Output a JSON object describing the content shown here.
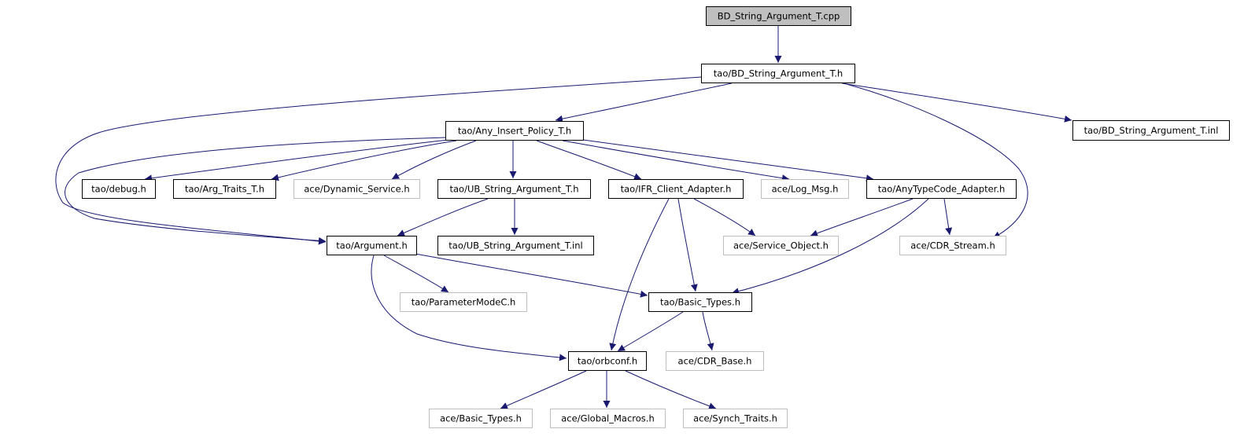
{
  "root": "BD_String_Argument_T.cpp",
  "nodes": [
    {
      "id": "cpp",
      "label": "BD_String_Argument_T.cpp",
      "kind": "root"
    },
    {
      "id": "bdh",
      "label": "tao/BD_String_Argument_T.h",
      "kind": "documented"
    },
    {
      "id": "aip",
      "label": "tao/Any_Insert_Policy_T.h",
      "kind": "documented"
    },
    {
      "id": "bdinl",
      "label": "tao/BD_String_Argument_T.inl",
      "kind": "documented"
    },
    {
      "id": "debug",
      "label": "tao/debug.h",
      "kind": "documented"
    },
    {
      "id": "argtraits",
      "label": "tao/Arg_Traits_T.h",
      "kind": "documented"
    },
    {
      "id": "dynsvc",
      "label": "ace/Dynamic_Service.h",
      "kind": "external"
    },
    {
      "id": "ubh",
      "label": "tao/UB_String_Argument_T.h",
      "kind": "documented"
    },
    {
      "id": "ifr",
      "label": "tao/IFR_Client_Adapter.h",
      "kind": "documented"
    },
    {
      "id": "logmsg",
      "label": "ace/Log_Msg.h",
      "kind": "external"
    },
    {
      "id": "anytc",
      "label": "tao/AnyTypeCode_Adapter.h",
      "kind": "documented"
    },
    {
      "id": "argument",
      "label": "tao/Argument.h",
      "kind": "documented"
    },
    {
      "id": "ubinl",
      "label": "tao/UB_String_Argument_T.inl",
      "kind": "documented"
    },
    {
      "id": "svcobj",
      "label": "ace/Service_Object.h",
      "kind": "external"
    },
    {
      "id": "cdrstream",
      "label": "ace/CDR_Stream.h",
      "kind": "external"
    },
    {
      "id": "parammode",
      "label": "tao/ParameterModeC.h",
      "kind": "external"
    },
    {
      "id": "basictypes",
      "label": "tao/Basic_Types.h",
      "kind": "documented"
    },
    {
      "id": "orbconf",
      "label": "tao/orbconf.h",
      "kind": "documented"
    },
    {
      "id": "cdrbase",
      "label": "ace/CDR_Base.h",
      "kind": "external"
    },
    {
      "id": "acebasic",
      "label": "ace/Basic_Types.h",
      "kind": "external"
    },
    {
      "id": "globalmacros",
      "label": "ace/Global_Macros.h",
      "kind": "external"
    },
    {
      "id": "synchtraits",
      "label": "ace/Synch_Traits.h",
      "kind": "external"
    }
  ],
  "edges": [
    {
      "from": "cpp",
      "to": "bdh"
    },
    {
      "from": "bdh",
      "to": "aip"
    },
    {
      "from": "bdh",
      "to": "argument"
    },
    {
      "from": "bdh",
      "to": "bdinl"
    },
    {
      "from": "bdh",
      "to": "cdrstream"
    },
    {
      "from": "aip",
      "to": "debug"
    },
    {
      "from": "aip",
      "to": "argtraits"
    },
    {
      "from": "aip",
      "to": "dynsvc"
    },
    {
      "from": "aip",
      "to": "ubh"
    },
    {
      "from": "aip",
      "to": "ifr"
    },
    {
      "from": "aip",
      "to": "logmsg"
    },
    {
      "from": "aip",
      "to": "anytc"
    },
    {
      "from": "aip",
      "to": "argument"
    },
    {
      "from": "ubh",
      "to": "argument"
    },
    {
      "from": "ubh",
      "to": "ubinl"
    },
    {
      "from": "ifr",
      "to": "svcobj"
    },
    {
      "from": "ifr",
      "to": "basictypes"
    },
    {
      "from": "ifr",
      "to": "orbconf"
    },
    {
      "from": "anytc",
      "to": "svcobj"
    },
    {
      "from": "anytc",
      "to": "cdrstream"
    },
    {
      "from": "anytc",
      "to": "basictypes"
    },
    {
      "from": "argument",
      "to": "parammode"
    },
    {
      "from": "argument",
      "to": "basictypes"
    },
    {
      "from": "argument",
      "to": "orbconf"
    },
    {
      "from": "basictypes",
      "to": "orbconf"
    },
    {
      "from": "basictypes",
      "to": "cdrbase"
    },
    {
      "from": "orbconf",
      "to": "acebasic"
    },
    {
      "from": "orbconf",
      "to": "globalmacros"
    },
    {
      "from": "orbconf",
      "to": "synchtraits"
    }
  ],
  "colors": {
    "edge": "#191970",
    "root_fill": "#bfbfbf",
    "documented_border": "#000000",
    "external_border": "#bfbfbf",
    "text": "#000000"
  }
}
